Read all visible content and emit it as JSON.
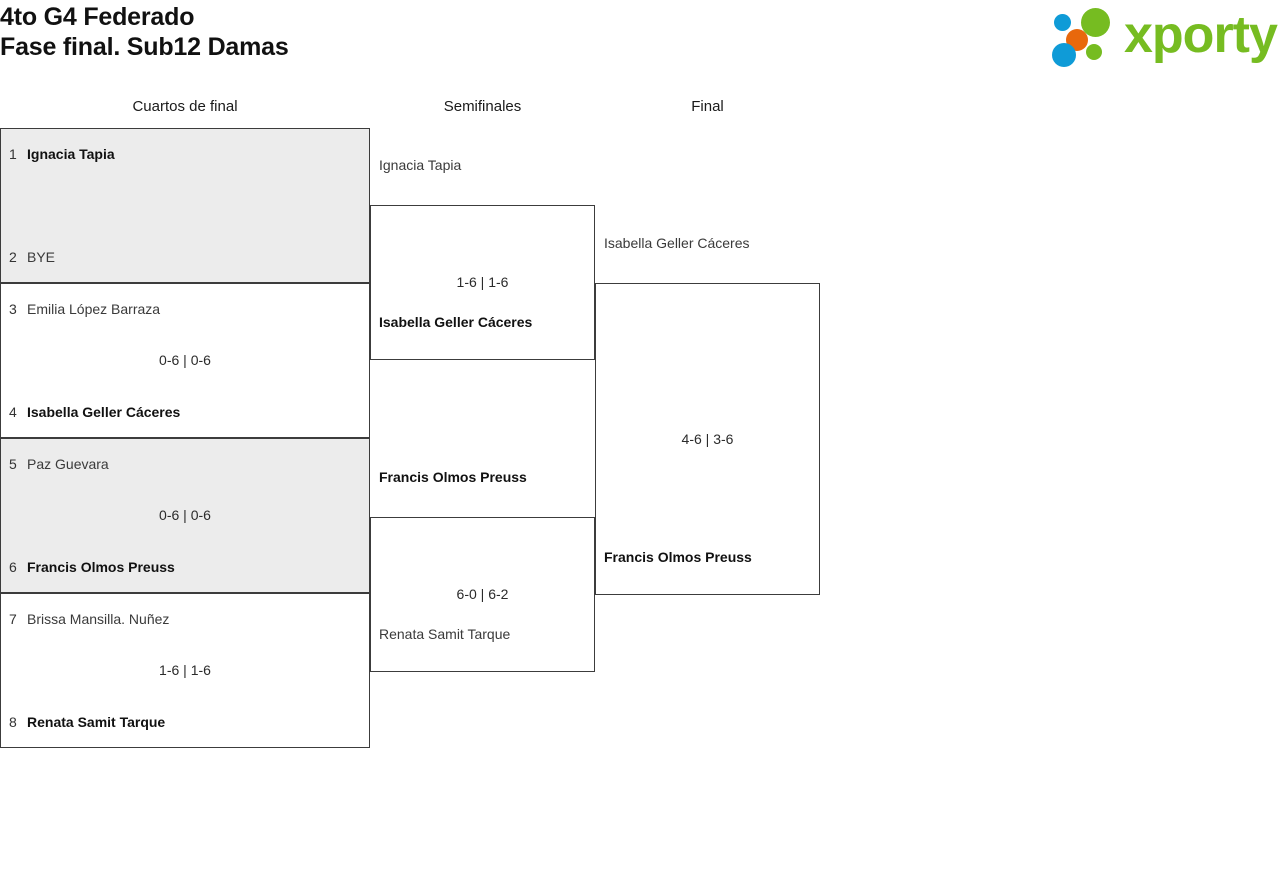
{
  "header": {
    "title_line1": "4to G4 Federado",
    "title_line2": "Fase final. Sub12 Damas",
    "logo_word": "xporty",
    "logo_colors": {
      "green": "#76bc21",
      "blue": "#0f9bd7",
      "orange": "#e8680c"
    }
  },
  "rounds": [
    {
      "label": "Cuartos de final"
    },
    {
      "label": "Semifinales"
    },
    {
      "label": "Final"
    }
  ],
  "matches": {
    "r1": [
      {
        "shaded": true,
        "top": {
          "seed": "1",
          "name": "Ignacia Tapia",
          "winner": true
        },
        "bottom": {
          "seed": "2",
          "name": "BYE",
          "winner": false
        },
        "score": ""
      },
      {
        "shaded": false,
        "top": {
          "seed": "3",
          "name": "Emilia López Barraza",
          "winner": false
        },
        "bottom": {
          "seed": "4",
          "name": "Isabella Geller Cáceres",
          "winner": true
        },
        "score": "0-6 | 0-6"
      },
      {
        "shaded": true,
        "top": {
          "seed": "5",
          "name": "Paz Guevara",
          "winner": false
        },
        "bottom": {
          "seed": "6",
          "name": "Francis Olmos Preuss",
          "winner": true
        },
        "score": "0-6 | 0-6"
      },
      {
        "shaded": false,
        "top": {
          "seed": "7",
          "name": "Brissa Mansilla. Nuñez",
          "winner": false
        },
        "bottom": {
          "seed": "8",
          "name": "Renata Samit Tarque",
          "winner": true
        },
        "score": "1-6 | 1-6"
      }
    ],
    "r2": [
      {
        "top": {
          "name": "Ignacia Tapia",
          "winner": false
        },
        "bottom": {
          "name": "Isabella Geller Cáceres",
          "winner": true
        },
        "score": "1-6 | 1-6"
      },
      {
        "top": {
          "name": "Francis Olmos Preuss",
          "winner": true
        },
        "bottom": {
          "name": "Renata Samit Tarque",
          "winner": false
        },
        "score": "6-0 | 6-2"
      }
    ],
    "r3": [
      {
        "top": {
          "name": "Isabella Geller Cáceres",
          "winner": false
        },
        "bottom": {
          "name": "Francis Olmos Preuss",
          "winner": true
        },
        "score": "4-6 | 3-6"
      }
    ]
  }
}
